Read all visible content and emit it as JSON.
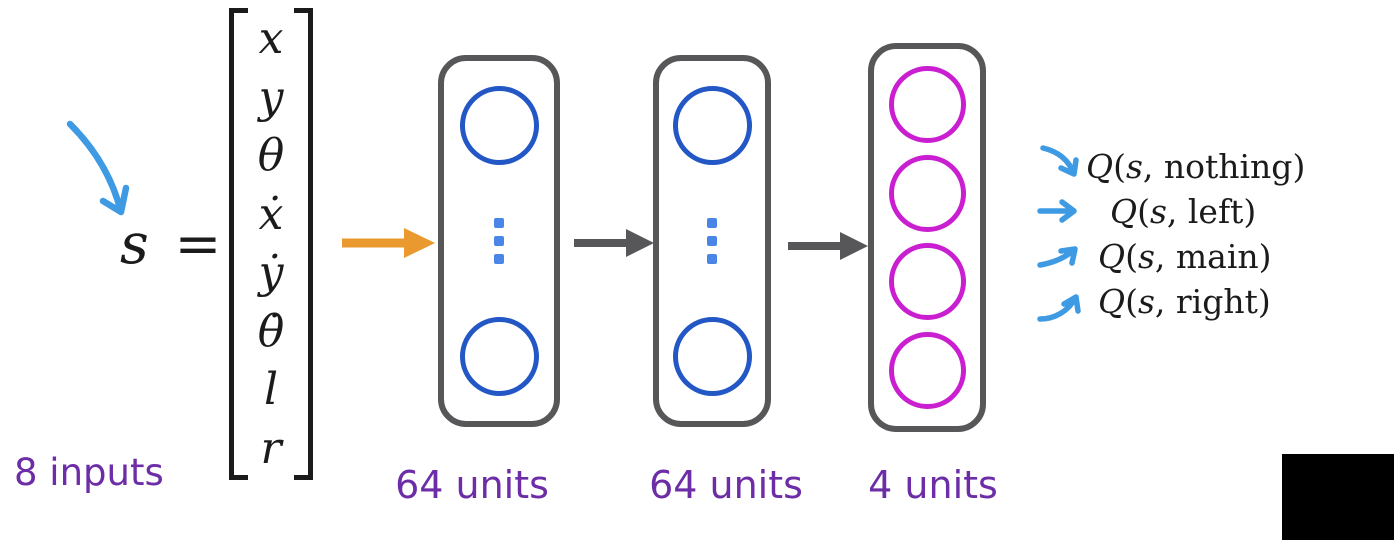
{
  "diagram": {
    "state_annotation": "s =",
    "inputs_label": "8 inputs",
    "state_vector": [
      "x",
      "y",
      "θ",
      "ẋ",
      "ẏ",
      "θ̇",
      "l",
      "r"
    ],
    "layers": [
      {
        "label": "64 units",
        "type": "hidden"
      },
      {
        "label": "64 units",
        "type": "hidden"
      },
      {
        "label": "4 units",
        "type": "output"
      }
    ],
    "q_outputs": [
      {
        "func": "Q",
        "state": "s",
        "action": "nothing"
      },
      {
        "func": "Q",
        "state": "s",
        "action": "left"
      },
      {
        "func": "Q",
        "state": "s",
        "action": "main"
      },
      {
        "func": "Q",
        "state": "s",
        "action": "right"
      }
    ],
    "q_format": {
      "open": "(",
      "comma": ", ",
      "close": ")"
    },
    "colors": {
      "hidden_neuron_blue": "#2257c5",
      "ellipsis_blue": "#4a86e8",
      "output_neuron_magenta": "#c91fd1",
      "box_border_gray": "#57575a",
      "orange_arrow": "#e9992d",
      "sketch_arrow_blue": "#3e9ae3",
      "label_purple": "#6c2da7",
      "ink_black": "#1b1b1b"
    }
  }
}
